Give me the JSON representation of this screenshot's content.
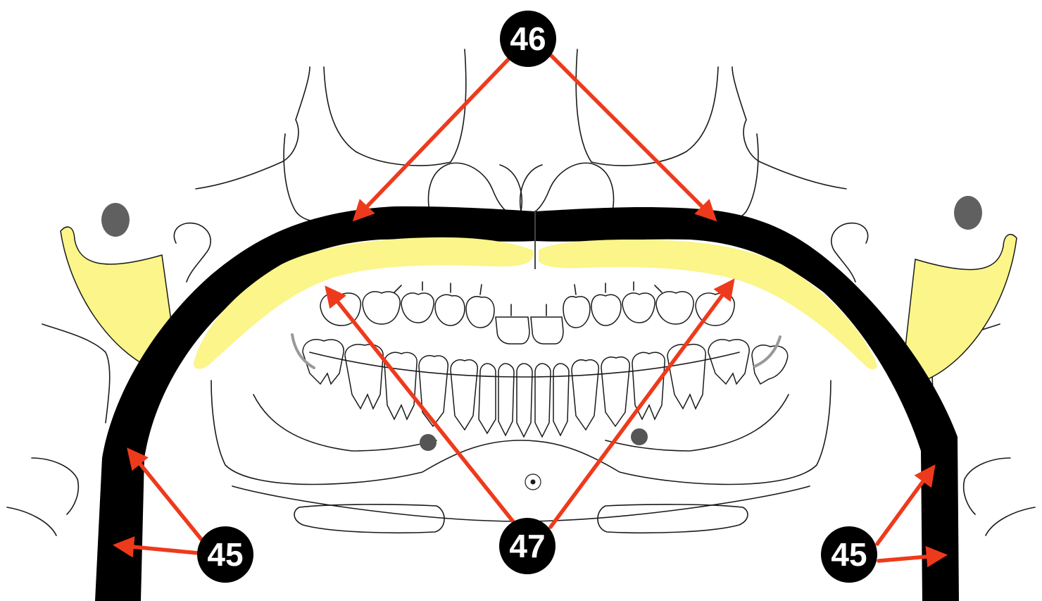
{
  "colors": {
    "ghost_band": "#000000",
    "airway_shadow": "#fbf58a",
    "arrow": "#ee3a1c",
    "marker_fill": "#000000",
    "marker_text": "#ffffff",
    "line_art": "#1a1a1a",
    "foramen": "#555555"
  },
  "markers": [
    {
      "id": "m46",
      "label": "46"
    },
    {
      "id": "m47",
      "label": "47"
    },
    {
      "id": "m45-left",
      "label": "45"
    },
    {
      "id": "m45-right",
      "label": "45"
    }
  ]
}
